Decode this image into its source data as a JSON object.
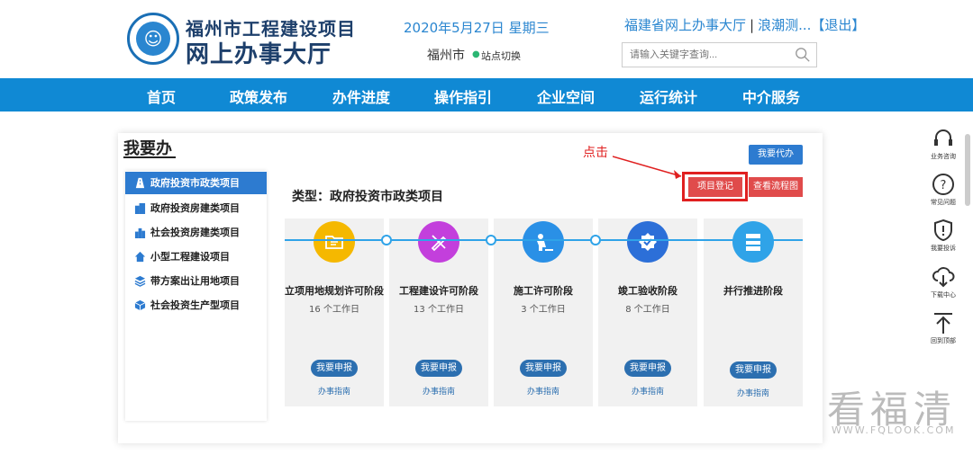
{
  "header": {
    "title_line1": "福州市工程建设项目",
    "title_line2": "网上办事大厅",
    "date": "2020年5月27日  星期三",
    "city": "福州市",
    "switch_label": "站点切换",
    "portal_link": "福建省网上办事大厅",
    "user_name": "浪潮测...",
    "logout": "【退出】",
    "search_placeholder": "请输入关键字查询..."
  },
  "nav": {
    "items": [
      "首页",
      "政策发布",
      "办件进度",
      "操作指引",
      "企业空间",
      "运行统计",
      "中介服务"
    ]
  },
  "panel": {
    "title": "我要办",
    "type_label": "类型：政府投资市政类项目",
    "agent_button": "我要代办",
    "register_button": "项目登记",
    "flow_button": "查看流程图",
    "click_note": "点击"
  },
  "sidebar": {
    "items": [
      "政府投资市政类项目",
      "政府投资房建类项目",
      "社会投资房建类项目",
      "小型工程建设项目",
      "带方案出让用地项目",
      "社会投资生产型项目"
    ]
  },
  "stages": [
    {
      "name": "立项用地规划许可阶段",
      "days": "16 个工作日",
      "apply": "我要申报",
      "guide": "办事指南",
      "color": "#f5b800"
    },
    {
      "name": "工程建设许可阶段",
      "days": "13 个工作日",
      "apply": "我要申报",
      "guide": "办事指南",
      "color": "#c33fdc"
    },
    {
      "name": "施工许可阶段",
      "days": "3 个工作日",
      "apply": "我要申报",
      "guide": "办事指南",
      "color": "#2a90e6"
    },
    {
      "name": "竣工验收阶段",
      "days": "8 个工作日",
      "apply": "我要申报",
      "guide": "办事指南",
      "color": "#2c6fd8"
    },
    {
      "name": "并行推进阶段",
      "days": "",
      "apply": "我要申报",
      "guide": "办事指南",
      "color": "#2fa3e8"
    }
  ],
  "rightbar": {
    "items": [
      "业务咨询",
      "常见问题",
      "我要投诉",
      "下载中心",
      "回到顶部"
    ]
  },
  "watermark": {
    "text": "看福清",
    "url": "WWW.FQLOOK.COM"
  }
}
